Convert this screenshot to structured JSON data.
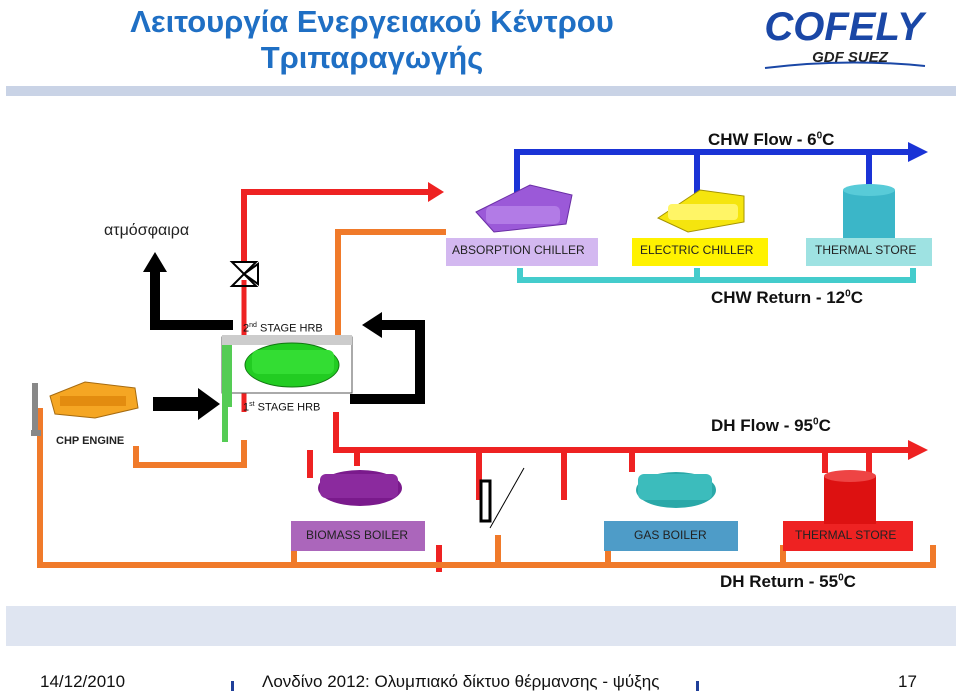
{
  "header": {
    "title_line1": "Λειτουργία Ενεργειακού Κέντρου",
    "title_line2": "Τριπαραγωγής",
    "logo_main": "COFELY",
    "logo_sub": "GDF SUEZ"
  },
  "flows": {
    "chw_flow": "CHW Flow - 6",
    "chw_flow_unit": "C",
    "chw_return": "CHW Return - 12",
    "chw_return_unit": "C",
    "dh_flow": "DH Flow - 95",
    "dh_flow_unit": "C",
    "dh_return": "DH Return - 55",
    "dh_return_unit": "C",
    "degree_sign": "0"
  },
  "labels": {
    "atmosphere": "ατμόσφαιρα",
    "absorption_chiller": "ABSORPTION CHILLER",
    "electric_chiller": "ELECTRIC CHILLER",
    "thermal_store_cold": "THERMAL STORE",
    "stage2_num": "2",
    "stage2_sup": "nd",
    "stage2_text": "STAGE HRB",
    "stage1_num": "1",
    "stage1_sup": "st",
    "stage1_text": "STAGE HRB",
    "chp_engine": "CHP ENGINE",
    "biomass_boiler": "BIOMASS BOILER",
    "gas_boiler": "GAS BOILER",
    "thermal_store_hot": "THERMAL STORE"
  },
  "footer": {
    "date": "14/12/2010",
    "title": "Λονδίνο 2012: Ολυμπιακό δίκτυο θέρμανσης - ψύξης",
    "page": "17"
  },
  "colors": {
    "title_blue": "#1f6fc4",
    "chw_flow": "#1a33d6",
    "chw_return": "#44cccc",
    "dh_flow": "#ee2222",
    "dh_return": "#f07a2a",
    "exhaust": "#000000"
  }
}
